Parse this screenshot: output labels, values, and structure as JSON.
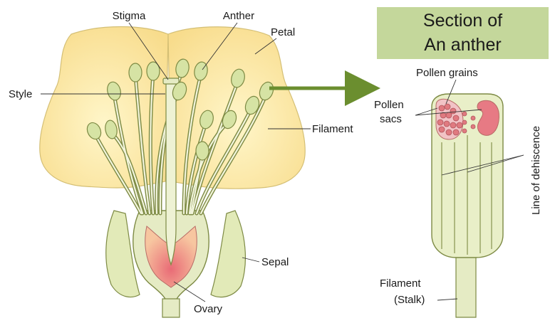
{
  "diagram": {
    "flower_labels": {
      "stigma": "Stigma",
      "anther": "Anther",
      "petal": "Petal",
      "style": "Style",
      "filament": "Filament",
      "sepal": "Sepal",
      "ovary": "Ovary"
    },
    "anther_section": {
      "title_line1": "Section of",
      "title_line2": "An anther",
      "pollen_grains": "Pollen grains",
      "pollen_sacs_line1": "Pollen",
      "pollen_sacs_line2": "sacs",
      "line_of_dehiscence": "Line of dehiscence",
      "filament_line1": "Filament",
      "filament_line2": "(Stalk)"
    },
    "colors": {
      "petal": "#fbe6a0",
      "petal_edge": "#c9b468",
      "stem": "#e5ebc4",
      "stem_edge": "#7d8a44",
      "ovary": "#ee8a86",
      "arrow": "#6b8e2f",
      "title_box": "#c4d79b",
      "pollen": "#e07a80"
    }
  }
}
